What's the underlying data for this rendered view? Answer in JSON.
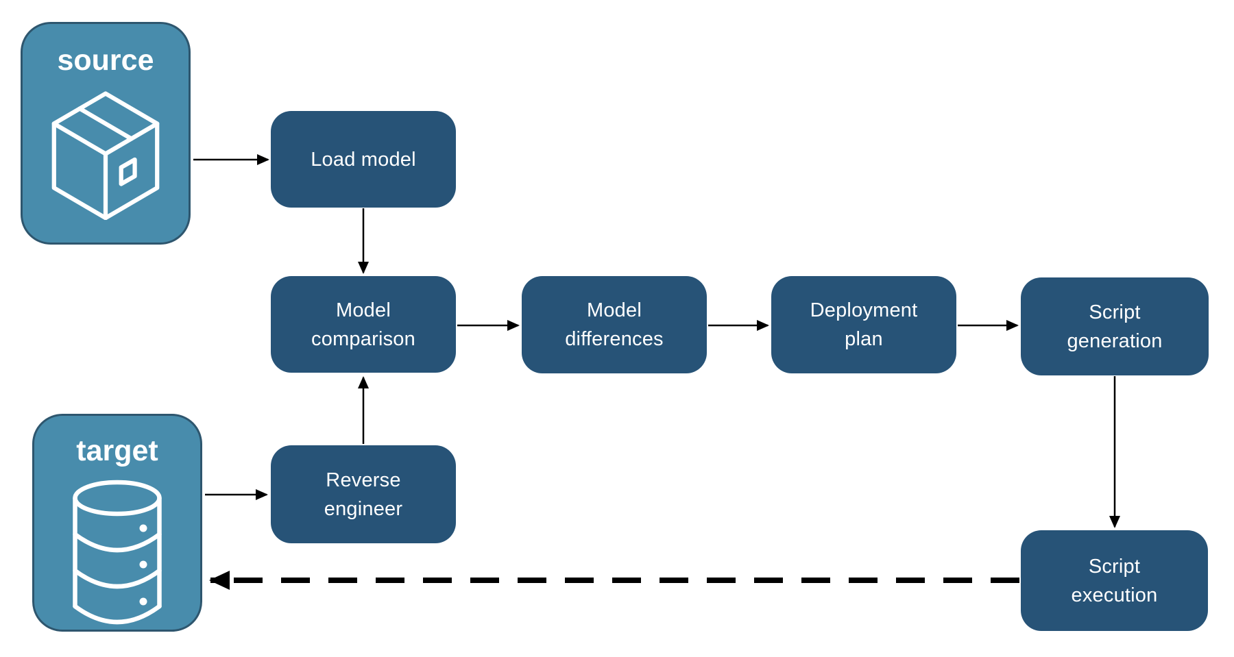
{
  "diagram": {
    "type": "flowchart",
    "description": "Schema compare / deployment pipeline between a source model and a target database"
  },
  "colors": {
    "node_fill": "#275377",
    "container_fill": "#488CAC",
    "container_border": "#2E566E",
    "text_color": "#FFFFFF",
    "arrow_color": "#000000",
    "background": "#FFFFFF"
  },
  "containers": {
    "source": {
      "label": "source",
      "icon": "package-icon"
    },
    "target": {
      "label": "target",
      "icon": "database-icon"
    }
  },
  "nodes": {
    "load_model": {
      "label": "Load model"
    },
    "model_comparison": {
      "label": "Model\ncomparison"
    },
    "model_differences": {
      "label": "Model\ndifferences"
    },
    "deployment_plan": {
      "label": "Deployment\nplan"
    },
    "script_generation": {
      "label": "Script\ngeneration"
    },
    "reverse_engineer": {
      "label": "Reverse\nengineer"
    },
    "script_execution": {
      "label": "Script\nexecution"
    }
  },
  "edges": [
    {
      "from": "source",
      "to": "load_model",
      "style": "solid"
    },
    {
      "from": "load_model",
      "to": "model_comparison",
      "style": "solid"
    },
    {
      "from": "model_comparison",
      "to": "model_differences",
      "style": "solid"
    },
    {
      "from": "model_differences",
      "to": "deployment_plan",
      "style": "solid"
    },
    {
      "from": "deployment_plan",
      "to": "script_generation",
      "style": "solid"
    },
    {
      "from": "script_generation",
      "to": "script_execution",
      "style": "solid"
    },
    {
      "from": "target",
      "to": "reverse_engineer",
      "style": "solid"
    },
    {
      "from": "reverse_engineer",
      "to": "model_comparison",
      "style": "solid"
    },
    {
      "from": "script_execution",
      "to": "target",
      "style": "dashed"
    }
  ]
}
